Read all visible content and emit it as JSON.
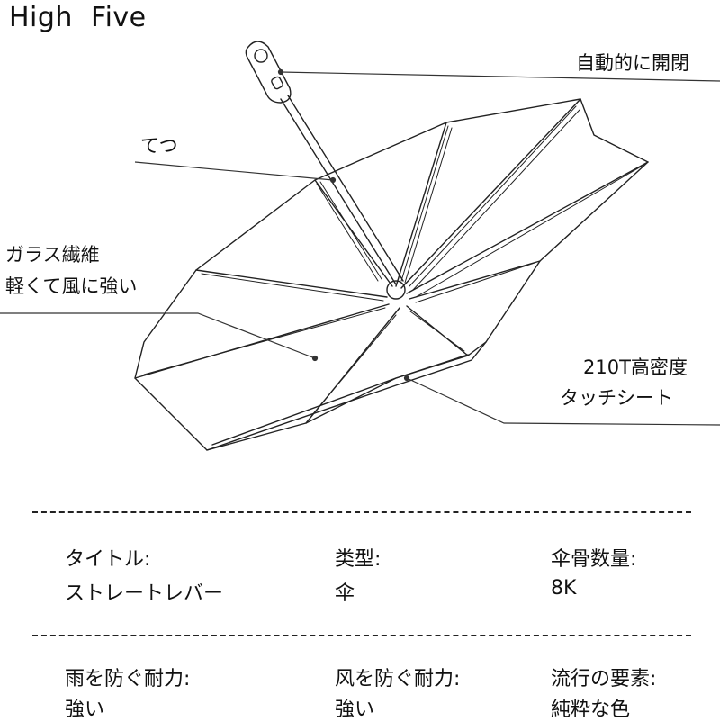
{
  "brand": "High  Five",
  "callouts": {
    "auto_open": "自動的に開閉",
    "steel": "てつ",
    "fiberglass_line1": "ガラス繊維",
    "fiberglass_line2": "軽くて風に強い",
    "fabric_line1": "210T高密度",
    "fabric_line2": "タッチシート"
  },
  "specs": {
    "row1": {
      "title_label": "タイトル:",
      "title_value": "ストレートレバー",
      "type_label": "类型:",
      "type_value": "伞",
      "ribs_label": "伞骨数量:",
      "ribs_value": "8K"
    },
    "row2": {
      "rain_label": "雨を防ぐ耐力:",
      "rain_value": "強い",
      "wind_label": "风を防ぐ耐力:",
      "wind_value": "強い",
      "trend_label": "流行の要素:",
      "trend_value": "純粋な色"
    }
  }
}
